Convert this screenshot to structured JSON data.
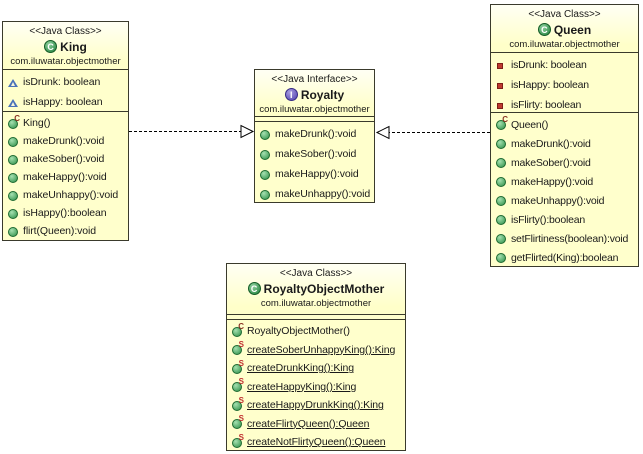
{
  "diagram": {
    "background_color": "#ffffff",
    "box_fill_color": "#ffffcc",
    "box_border_color": "#3a3a2c",
    "class_icon_color": "#1e7e38",
    "interface_icon_color": "#4f3fae",
    "public_method_icon_color": "#2d8f47",
    "private_field_icon_color": "#bf3a30",
    "package_field_icon_color": "#4a72b8"
  },
  "classes": [
    {
      "id": "king",
      "stereotype": "<<Java Class>>",
      "kind": "class",
      "name": "King",
      "package": "com.iluwatar.objectmother",
      "fields": [
        {
          "icon": "package-field-icon",
          "text": "isDrunk: boolean"
        },
        {
          "icon": "package-field-icon",
          "text": "isHappy: boolean"
        }
      ],
      "methods": [
        {
          "icon": "constructor-icon",
          "text": "King()"
        },
        {
          "icon": "public-method-icon",
          "text": "makeDrunk():void"
        },
        {
          "icon": "public-method-icon",
          "text": "makeSober():void"
        },
        {
          "icon": "public-method-icon",
          "text": "makeHappy():void"
        },
        {
          "icon": "public-method-icon",
          "text": "makeUnhappy():void"
        },
        {
          "icon": "public-method-icon",
          "text": "isHappy():boolean"
        },
        {
          "icon": "public-method-icon",
          "text": "flirt(Queen):void"
        }
      ]
    },
    {
      "id": "royalty",
      "stereotype": "<<Java Interface>>",
      "kind": "interface",
      "name": "Royalty",
      "package": "com.iluwatar.objectmother",
      "fields": [],
      "methods": [
        {
          "icon": "public-method-icon",
          "text": "makeDrunk():void"
        },
        {
          "icon": "public-method-icon",
          "text": "makeSober():void"
        },
        {
          "icon": "public-method-icon",
          "text": "makeHappy():void"
        },
        {
          "icon": "public-method-icon",
          "text": "makeUnhappy():void"
        }
      ]
    },
    {
      "id": "queen",
      "stereotype": "<<Java Class>>",
      "kind": "class",
      "name": "Queen",
      "package": "com.iluwatar.objectmother",
      "fields": [
        {
          "icon": "private-field-icon",
          "text": "isDrunk: boolean"
        },
        {
          "icon": "private-field-icon",
          "text": "isHappy: boolean"
        },
        {
          "icon": "private-field-icon",
          "text": "isFlirty: boolean"
        }
      ],
      "methods": [
        {
          "icon": "constructor-icon",
          "text": "Queen()"
        },
        {
          "icon": "public-method-icon",
          "text": "makeDrunk():void"
        },
        {
          "icon": "public-method-icon",
          "text": "makeSober():void"
        },
        {
          "icon": "public-method-icon",
          "text": "makeHappy():void"
        },
        {
          "icon": "public-method-icon",
          "text": "makeUnhappy():void"
        },
        {
          "icon": "public-method-icon",
          "text": "isFlirty():boolean"
        },
        {
          "icon": "public-method-icon",
          "text": "setFlirtiness(boolean):void"
        },
        {
          "icon": "public-method-icon",
          "text": "getFlirted(King):boolean"
        }
      ]
    },
    {
      "id": "royalty-object-mother",
      "stereotype": "<<Java Class>>",
      "kind": "class",
      "name": "RoyaltyObjectMother",
      "package": "com.iluwatar.objectmother",
      "fields": [],
      "methods": [
        {
          "icon": "constructor-icon",
          "text": "RoyaltyObjectMother()"
        },
        {
          "icon": "static-method-icon",
          "text": "createSoberUnhappyKing():King",
          "underline": true
        },
        {
          "icon": "static-method-icon",
          "text": "createDrunkKing():King",
          "underline": true
        },
        {
          "icon": "static-method-icon",
          "text": "createHappyKing():King",
          "underline": true
        },
        {
          "icon": "static-method-icon",
          "text": "createHappyDrunkKing():King",
          "underline": true
        },
        {
          "icon": "static-method-icon",
          "text": "createFlirtyQueen():Queen",
          "underline": true
        },
        {
          "icon": "static-method-icon",
          "text": "createNotFlirtyQueen():Queen",
          "underline": true
        }
      ]
    }
  ],
  "relations": [
    {
      "type": "realization",
      "from": "King",
      "to": "Royalty"
    },
    {
      "type": "realization",
      "from": "Queen",
      "to": "Royalty"
    }
  ]
}
